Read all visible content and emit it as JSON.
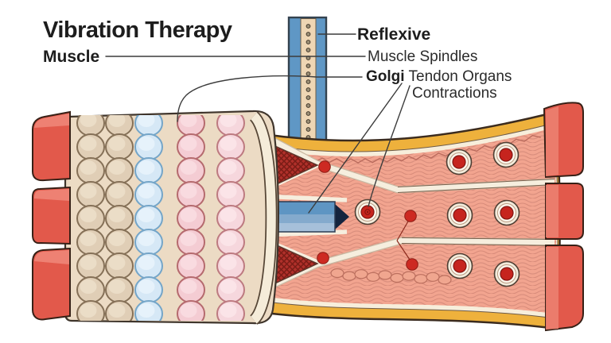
{
  "title": "Vibration Therapy",
  "labels": {
    "muscle": "Muscle",
    "reflexive": "Reflexive",
    "muscle_spindles": "Muscle Spindles",
    "golgi_lead": "Golgi",
    "golgi_rest": " Tendon Organs",
    "contractions": "Contractions"
  },
  "colors": {
    "text": "#1d1d1d",
    "leader_line": "#3c3c3c",
    "probe_blue": "#5f97c5",
    "probe_center_beige": "#eed6b4",
    "muscle_pink": "#f2a48f",
    "tendon_yellow": "#eeb13c",
    "fascia_cream": "#f6eede",
    "spindle_dark_red": "#b0302a",
    "tendon_block_red": "#e2594b",
    "golgi_red": "#c6241e",
    "bead_tan": "#e0ceb6",
    "bead_blue": "#d6e8f6",
    "bead_pink": "#f4ccd3",
    "cylinder_beige": "#ecdbc4"
  }
}
